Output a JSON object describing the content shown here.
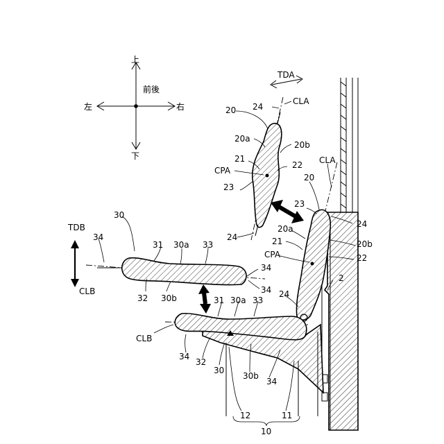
{
  "compass": {
    "up": "上",
    "down": "下",
    "left": "左",
    "right": "右",
    "center": "前後"
  },
  "labels": {
    "tda": "TDA",
    "cla_top": "CLA",
    "cla_mid": "CLA",
    "tdb": "TDB",
    "clb_left": "CLB",
    "clb_bottom": "CLB",
    "cpa_top": "CPA",
    "cpa_mid": "CPA",
    "n20_top": "20",
    "n20_mid": "20",
    "n20a_top": "20a",
    "n20a_mid": "20a",
    "n20b_top": "20b",
    "n20b_mid": "20b",
    "n21_top": "21",
    "n21_mid": "21",
    "n22_top": "22",
    "n22_mid": "22",
    "n23_top": "23",
    "n23_mid": "23",
    "n24_top": "24",
    "n24_bottom_top": "24",
    "n24_right": "24",
    "n24_mid": "24",
    "n30_left": "30",
    "n30_bottom": "30",
    "n30a_left": "30a",
    "n30a_bottom": "30a",
    "n30b_left": "30b",
    "n30b_bottom": "30b",
    "n31_left": "31",
    "n31_bottom": "31",
    "n32_left": "32",
    "n32_bottom": "32",
    "n33_left": "33",
    "n33_bottom": "33",
    "n34_left": "34",
    "n34_right_a": "34",
    "n34_right_b": "34",
    "n34_bottom_left": "34",
    "n34_bottom_right": "34",
    "n2": "2",
    "n10": "10",
    "n11": "11",
    "n12": "12"
  }
}
